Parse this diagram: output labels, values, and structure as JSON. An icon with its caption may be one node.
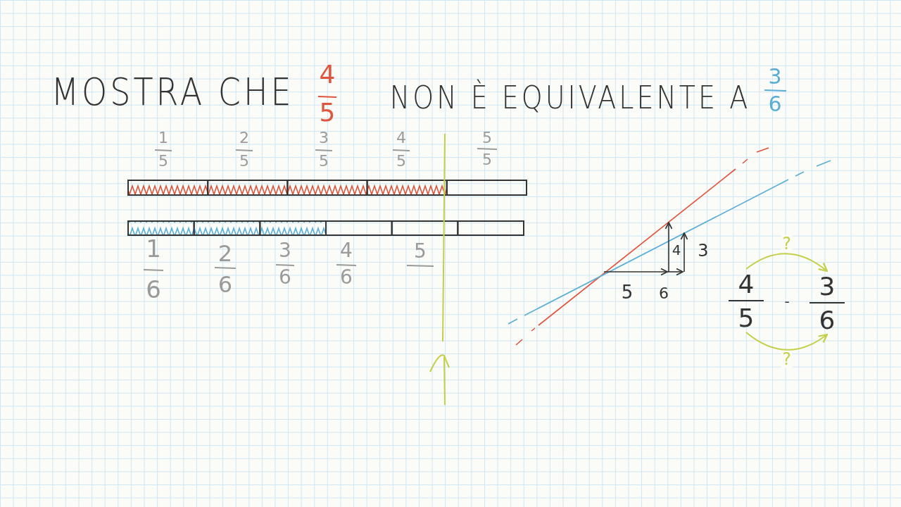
{
  "diagram": {
    "nodes": [
      {
        "text": [
          "4",
          "5"
        ]
      },
      {
        "text": [
          "3",
          "6"
        ]
      }
    ],
    "edges": [
      {
        "from": 0,
        "to": 1,
        "arrow": "to",
        "label": "?"
      },
      {
        "from": 0,
        "to": 1,
        "arrow": "to",
        "label": "?"
      }
    ],
    "labels": [
      "MOSTRA CHE",
      "4",
      "5",
      "NON È EQUIVALENTE A",
      "3",
      "6",
      "1",
      "5",
      "2",
      "5",
      "3",
      "5",
      "4",
      "5",
      "5",
      "5",
      "1",
      "6",
      "2",
      "6",
      "3",
      "6",
      "4",
      "6",
      "5",
      "4",
      "3",
      "5",
      "6",
      "-"
    ]
  }
}
